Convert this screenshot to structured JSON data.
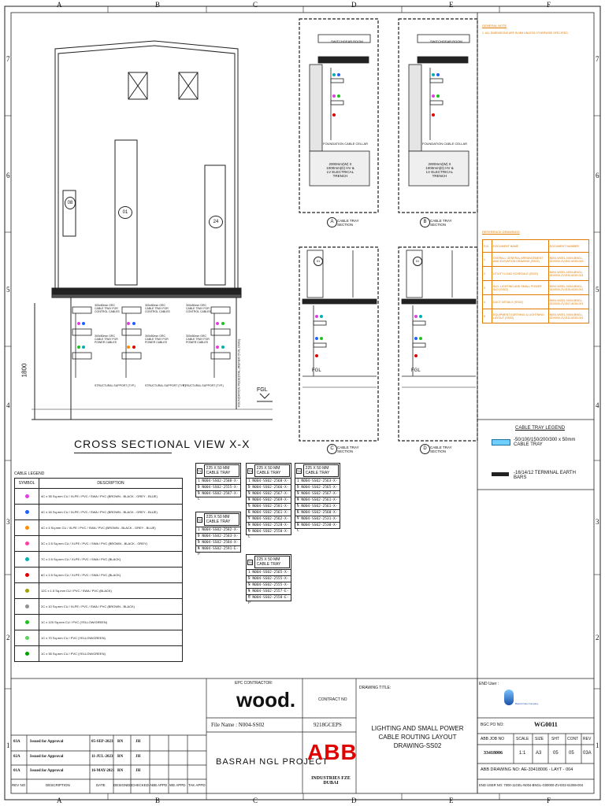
{
  "grid": {
    "columns": [
      "A",
      "B",
      "C",
      "D",
      "E",
      "F"
    ],
    "rows": [
      "7",
      "6",
      "5",
      "4",
      "3",
      "2",
      "1"
    ]
  },
  "cross_section": {
    "title": "CROSS SECTIONAL VIEW X-X",
    "room_tags": [
      "08",
      "01",
      "24"
    ],
    "dimension": "1800",
    "fgl": "FGL",
    "pedestal_note": "FOUNDATION PEDESTAL (REFER CIVIL DWG)",
    "tray_notes_left": [
      "300x50mm GRC CABLE TRAY FOR CONTROL CABLES",
      "300x50mm GRC CABLE TRAY FOR POWER CABLES"
    ],
    "tray_notes_mid": [
      "300x50mm GRC CABLE TRAY FOR CONTROL CABLES",
      "300x50mm GRC CABLE TRAY FOR POWER CABLES"
    ],
    "tray_notes_right": [
      "300x50mm GRC CABLE TRAY FOR CONTROL CABLES",
      "300x50mm GRC CABLE TRAY FOR POWER CABLES"
    ],
    "supports": [
      "STRUCTURAL SUPPORT (TYP.)",
      "STRUCTURAL SUPPORT (TYP.)",
      "STRUCTURAL SUPPORT (TYP.)"
    ]
  },
  "sections": [
    {
      "label": "A",
      "caption": "CABLE TRAY SECTION",
      "room": "SWITCHGEAR ROOM",
      "cellar": "FOUNDATION CABLE CELLAR",
      "trench": "2000mm(W) X 1000mm(D) HV & LV ELECTRICAL TRENCH"
    },
    {
      "label": "B",
      "caption": "CABLE TRAY SECTION",
      "room": "SWITCHGEAR ROOM",
      "cellar": "FOUNDATION CABLE CELLAR",
      "trench": "2000mm(W) X 1000mm(D) HV & LV ELECTRICAL TRENCH"
    },
    {
      "label": "C",
      "caption": "CABLE TRAY SECTION",
      "room": "01",
      "fgl": "FGL"
    },
    {
      "label": "D",
      "caption": "CABLE TRAY SECTION",
      "room": "01",
      "fgl": "FGL"
    }
  ],
  "general_notes": {
    "title": "GENERAL NOTE",
    "items": [
      "1.    ALL DIMENSIONS ARE IN MM UNLESS OTHERWISE SPECIFIED."
    ]
  },
  "reference_drawings": {
    "title": "REFERENCE DRAWINGS",
    "headers": [
      "S.N.",
      "DOCUMENT NAME",
      "DOCUMENT NUMBER"
    ],
    "rows": [
      [
        "1",
        "OVERALL GENERAL ARRANGEMENT AND ELEVATION DRAWING (SS02)",
        "N004-WGEL-N004-BNGL-GD0000-ZV-E02-6039-003"
      ],
      [
        "2",
        "UTILITY LOAD SCHEDULE (SS02)",
        "N004-WGEL-N004-BNGL-GD0000-ZV-E30-6039-001"
      ],
      [
        "3",
        "SLD, LIGHTING AND SMALL POWER SLD (SS02)",
        "N004-WGEL-N004-BNGL-GD0000-ZV-E35-6039-001"
      ],
      [
        "4",
        "DUCT DETAILS (SS02)",
        "N004-WGEL-N004-BNGL-GD0000-ZV-E07-6039-001"
      ],
      [
        "5",
        "EQUIPMENT EARTHING & LIGHTNING LAYOUT (SS02)",
        "N004-WGEL-N004-BNGL-GD0000-ZV-E32-6039-001"
      ]
    ]
  },
  "tray_legend": {
    "title": "CABLE TRAY LEGEND",
    "items": [
      "-50/100/150/200/300 x 50mm CABLE TRAY",
      "-16/14/12 TERMINAL EARTH BARS"
    ]
  },
  "cable_legend": {
    "title": "CABLE LEGEND",
    "headers": [
      "SYMBOL",
      "DESCRIPTION"
    ],
    "rows": [
      {
        "color": "#e040e0",
        "text": "4C x 35 Sq.mm CU / XLPE / PVC / SWA / PVC (BROWN - BLACK - GREY - BLUE)"
      },
      {
        "color": "#2060ff",
        "text": "4C x 16 Sq.mm CU / XLPE / PVC / SWA / PVC (BROWN - BLACK - GREY - BLUE)"
      },
      {
        "color": "#ff8c00",
        "text": "4C x 4 Sq.mm CU / XLPE / PVC / SWA / PVC (BROWN - BLACK - GREY - BLUE)"
      },
      {
        "color": "#ff40a0",
        "text": "3C x 2.5 Sq.mm CU / XLPE / PVC / SWA / PVC (BROWN - BLACK - GREY)"
      },
      {
        "color": "#00b0b0",
        "text": "7C x 2.5 Sq.mm CU / XLPE / PVC / SWA / PVC (BLACK)"
      },
      {
        "color": "#e00000",
        "text": "6C x 2.5 Sq.mm CU / XLPE / PVC / SWA / PVC (BLACK)"
      },
      {
        "color": "#a0a000",
        "text": "12C x 1.5 Sq.mm CU / PVC / SWA / PVC (BLACK)"
      },
      {
        "color": "#909090",
        "text": "2C x 10 Sq.mm CU / XLPE / PVC / SWA / PVC (BROWN - BLACK)"
      },
      {
        "color": "#20c020",
        "text": "1C x 120 Sq.mm CU / PVC (YELLOW/GREEN)"
      },
      {
        "color": "#60d060",
        "text": "1C x 70 Sq.mm CU / PVC (YELLOW/GREEN)"
      },
      {
        "color": "#00a000",
        "text": "1C x 35 Sq.mm CU / PVC (YELLOW/GREEN)"
      }
    ]
  },
  "trays": [
    {
      "tag": "T1",
      "head": "225 X 50 MM CABLE TRAY",
      "items": [
        "1 N004-SS02-2588-X-C",
        "2 N004-SS02-2555-X-C",
        "3 N004-SS02-2587-X-C"
      ]
    },
    {
      "tag": "T2",
      "head": "225 X 50 MM CABLE TRAY",
      "items": [
        "1 N004-SS02-2582-X-C",
        "2 N004-SS02-2583-X-C",
        "3 N004-SS02-2584-X-C",
        "4 N004-SS02-2591-E-P"
      ]
    },
    {
      "tag": "T3",
      "head": "225 X 50 MM CABLE TRAY",
      "items": [
        "1 N004-SS02-2568-X-C",
        "2 N004-SS02-2566-X-C",
        "3 N004-SS02-2567-X-C",
        "4 N004-SS02-2569-X-C",
        "5 N004-SS02-2581-X-C",
        "6 N004-SS02-2561-X-C",
        "7 N004-SS02-2562-X-C",
        "8 N004-SS02-2528-X-C",
        "9 N004-SS02-2550-X-C"
      ]
    },
    {
      "tag": "T4",
      "head": "225 X 50 MM CABLE TRAY",
      "items": [
        "1 N004-SS02-2563-X-C",
        "2 N004-SS02-2565-X-C",
        "3 N004-SS02-2567-X-C",
        "4 N004-SS02-2561-X-C",
        "5 N004-SS02-2561-X-C",
        "6 N004-SS02-2560-X-C",
        "7 N004-SS02-2531-X-C",
        "8 N004-SS02-2530-X-C"
      ]
    },
    {
      "tag": "T5",
      "head": "225 X 50 MM CABLE TRAY",
      "items": [
        "1 N004-SS02-2565-X-C",
        "2 N004-SS02-2555-X-C",
        "3 N004-SS02-2555-X-C",
        "4 N004-SS02-2557-E-P",
        "5 N004-SS02-2558-E-P"
      ]
    }
  ],
  "title_block": {
    "epc_label": "EPC CONTRACTOR:",
    "contractor_logo": "wood.",
    "contract_no_label": "CONTRACT NO",
    "file_name": "File Name : N004-SS02",
    "contract_no": "9218GCEPS",
    "project": "BASRAH NGL PROJECT",
    "abb": "ABB",
    "abb_entity": "INDUSTRIES FZE DUBAI",
    "drawing_title_label": "DRAWING TITLE:",
    "drawing_title": "LIGHTING AND SMALL POWER CABLE ROUTING LAYOUT DRAWING-SS02",
    "end_user_label": "END User :",
    "end_user_logo": "Basrah Gas Company",
    "bgc_po_label": "BGC PO NO:",
    "bgc_po": "WG0011",
    "abb_job_label": "ABB JOB NO",
    "scale_label": "SCALE",
    "size_label": "SIZE",
    "sht_label": "SHT",
    "cont_label": "CONT",
    "rev_label": "REV",
    "abb_job": "33418006",
    "scale": "1:1",
    "size": "A3",
    "sht": "05",
    "cont": "05",
    "rev": "03A",
    "abb_drawing": "ABB DRAWING NO:  AE-33418006 - LAYT - 004",
    "end_user_no": "END USER NO: 7000-11GEL-N004-BNGL-G00000-ZV-E02-61059-004",
    "rev_headers": [
      "REV NO",
      "DESCRIPTION",
      "DATE",
      "DESIGNED",
      "CHECKED",
      "ABB APPD",
      "WE APPD",
      "TAK APPD"
    ],
    "revisions": [
      [
        "03A",
        "Issued for Approval",
        "05-SEP-2023",
        "RN",
        "JH"
      ],
      [
        "02A",
        "Issued for Approval",
        "11-JUL-2023",
        "RN",
        "JH"
      ],
      [
        "01A",
        "Issued for Approval",
        "16-MAY-2021",
        "RN",
        "JH"
      ]
    ]
  }
}
